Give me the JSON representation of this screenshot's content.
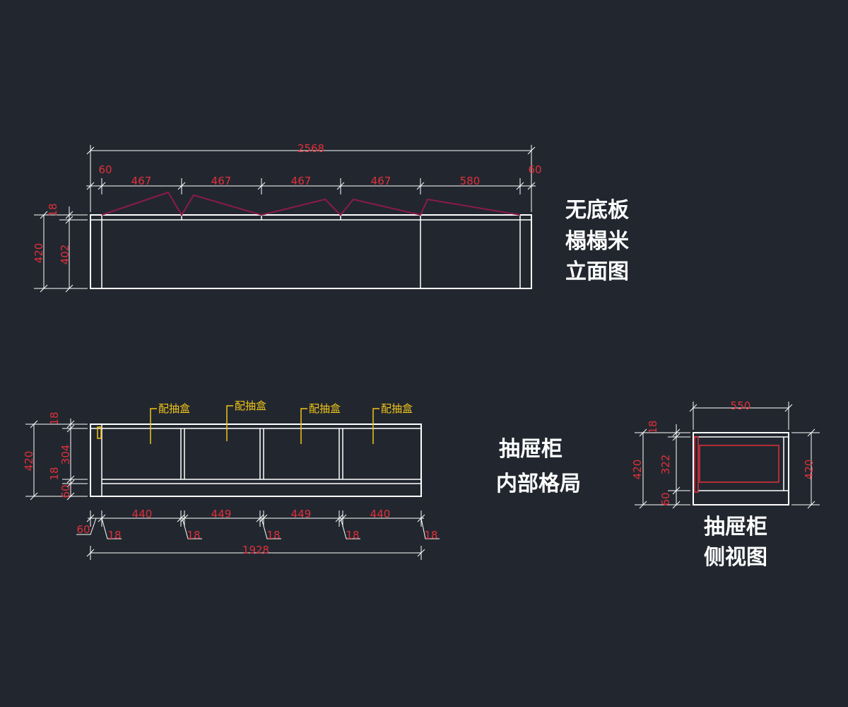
{
  "elevation": {
    "total_width": "2568",
    "segments": [
      "60",
      "467",
      "467",
      "467",
      "467",
      "580",
      "60"
    ],
    "top_board": "18",
    "total_height": "420",
    "inner_height": "402",
    "title": [
      "无底板",
      "榻榻米",
      "立面图"
    ]
  },
  "drawer_cabinet_layout": {
    "notes": [
      "配抽盒",
      "配抽盒",
      "配抽盒",
      "配抽盒"
    ],
    "vertical_dims": [
      "18",
      "420",
      "304",
      "18",
      "60"
    ],
    "bays": [
      "440",
      "449",
      "449",
      "440"
    ],
    "boards": [
      "60",
      "18",
      "18",
      "18",
      "18",
      "18"
    ],
    "total_width": "1928",
    "title": [
      "抽屉柜",
      "内部格局"
    ]
  },
  "drawer_cabinet_side": {
    "depth": "550",
    "vertical_dims": [
      "18",
      "420",
      "322",
      "60"
    ],
    "right_height": "420",
    "title": [
      "抽屉柜",
      "侧视图"
    ]
  },
  "colors": {
    "background": "#22272f",
    "lines": "#ffffff",
    "dimensions": "#e0303a",
    "notes": "#f0c419",
    "cushion": "#8b1a4a"
  }
}
